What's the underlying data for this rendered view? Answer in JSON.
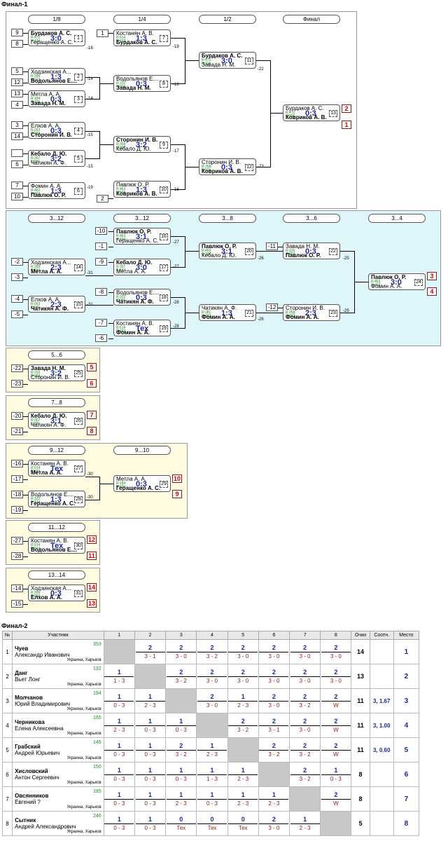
{
  "final1_title": "Финал-1",
  "final2_title": "Финал-2",
  "headers": {
    "r16": "1/8",
    "qf": "1/4",
    "sf": "1/2",
    "final": "Финал",
    "c3_12a": "3...12",
    "c3_12b": "3...12",
    "c3_8": "3...8",
    "c3_6": "3...6",
    "c3_4": "3...4",
    "c5_6": "5...6",
    "c7_8": "7...8",
    "c9_12": "9...12",
    "c9_10": "9...10",
    "c11_12": "11...12",
    "c13_14": "13...14"
  },
  "seeds": {
    "s9": "9",
    "s8": "8",
    "s5": "5",
    "s12": "12",
    "s13": "13",
    "s4": "4",
    "s3": "3",
    "s14": "14",
    "s6": "6",
    "s7": "7",
    "s10": "10",
    "s1": "1",
    "s2": "2",
    "m10": "-10",
    "m1": "-1",
    "m2": "-2",
    "m3": "-3",
    "m9": "-9",
    "m4": "-4",
    "m5": "-5",
    "m8": "-8",
    "m7": "-7",
    "m6": "-6",
    "m11": "-11",
    "m12": "-12",
    "m22": "-22",
    "m23": "-23",
    "m20": "-20",
    "m21": "-21",
    "m16": "-16",
    "m17": "-17",
    "m18": "-18",
    "m19": "-19",
    "m27": "-27",
    "m28": "-28",
    "m14": "-14",
    "m15": "-15"
  },
  "links": {
    "l16": "-16",
    "l19": "-19",
    "l14a": "-14",
    "l18": "-18",
    "l14b": "-14",
    "l22": "-22",
    "l15a": "-15",
    "l17": "-17",
    "l15b": "-15",
    "l23": "-23",
    "l19b": "-19",
    "l16b": "-16",
    "l27a": "-27",
    "l27b": "-27",
    "l31a": "-31",
    "l26a": "-26",
    "l25a": "-25",
    "l31b": "-31",
    "l28a": "-28",
    "l28b": "-28",
    "l26b": "-26",
    "l25b": "-25",
    "l30a": "-30",
    "l30b": "-30"
  },
  "matches": {
    "m1": {
      "p1": "Бурдаков А. С.",
      "r1": "R:472",
      "r2": "R:434",
      "score": "3:0",
      "p2": "Геращенко А. С.",
      "no": "1",
      "w": 1
    },
    "m2": {
      "p1": "Ходзинская А...",
      "r1": "R:399",
      "r2": "R:312",
      "score": "1:3",
      "p2": "Водольянов Е....",
      "no": "2",
      "w": 2
    },
    "m3": {
      "p1": "Метла А. А.",
      "r1": "R:184",
      "r2": "R:316",
      "score": "0:3",
      "p2": "Завада Н. М.",
      "no": "3",
      "w": 2
    },
    "m4": {
      "p1": "Елхов А. А.",
      "r1": "R:263",
      "r2": "R:358",
      "score": "0:3",
      "p2": "Сторонин И. В.",
      "no": "4",
      "w": 2
    },
    "m5": {
      "p1": "Кебало Д. Ю.",
      "r1": "R:307",
      "r2": "R:381",
      "score": "3:2",
      "p2": "Чатикян А. Ф.",
      "no": "5",
      "w": 1
    },
    "m6": {
      "p1": "Фомин А. А.",
      "r1": "R:462",
      "r2": "R:463",
      "score": "1:3",
      "p2": "Павлюк О. Р.",
      "no": "6",
      "w": 2
    },
    "m7": {
      "p1": "Костанян А. В.",
      "r1": "R:514",
      "r2": "R:472",
      "score": "1:3",
      "p2": "Бурдаков А. С.",
      "no": "7",
      "w": 2
    },
    "m8": {
      "p1": "Водольянов Е....",
      "r1": "R:312",
      "r2": "R:316",
      "score": "0:3",
      "p2": "Завада Н. М.",
      "no": "8",
      "w": 2
    },
    "m9": {
      "p1": "Сторонин И. В.",
      "r1": "R:358",
      "r2": "R:307",
      "score": "3:2",
      "p2": "Кебало Д. Ю.",
      "no": "9",
      "w": 1
    },
    "m10": {
      "p1": "Павлюк О. Р.",
      "r1": "R:463",
      "r2": "R:506",
      "score": "1:3",
      "p2": "Ковриков А. В.",
      "no": "10",
      "w": 2
    },
    "m11": {
      "p1": "Бурдаков А. С.",
      "r1": "R:472",
      "r2": "R:316",
      "score": "3:0",
      "p2": "Завада Н. М.",
      "no": "11",
      "w": 1
    },
    "m12": {
      "p1": "Сторонин И. В.",
      "r1": "R:358",
      "r2": "R:506",
      "score": "0:3",
      "p2": "Ковриков А. В.",
      "no": "12",
      "w": 2
    },
    "m13": {
      "p1": "Бурдаков А. С.",
      "r1": "R:472",
      "r2": "R:506",
      "score": "0:3",
      "p2": "Ковриков А. В.",
      "no": "13",
      "w": 2
    },
    "m14": {
      "p1": "Ходзинская А...",
      "r1": "R:399",
      "r2": "R:184",
      "score": "2:3",
      "p2": "Метла А. А.",
      "no": "14",
      "w": 2
    },
    "m15": {
      "p1": "Елхов А. А.",
      "r1": "R:263",
      "r2": "R:381",
      "score": "2:3",
      "p2": "Чатикян А. Ф.",
      "no": "15",
      "w": 2
    },
    "m16": {
      "p1": "Павлюк О. Р.",
      "r1": "R:463",
      "r2": "R:434",
      "score": "3:1",
      "p2": "Геращенко А. С.",
      "no": "16",
      "w": 1
    },
    "m17": {
      "p1": "Кебало Д. Ю.",
      "r1": "R:307",
      "r2": "R:184",
      "score": "3:0",
      "p2": "Метла А. А.",
      "no": "17",
      "w": 1
    },
    "m18": {
      "p1": "Водольянов Е....",
      "r1": "R:312",
      "r2": "R:381",
      "score": "0:3",
      "p2": "Чатикян А. Ф.",
      "no": "18",
      "w": 2
    },
    "m19": {
      "p1": "Костанян А. В.",
      "r1": "R:514",
      "r2": "R:462",
      "score": "Тех",
      "p2": "Фомин А. А.",
      "no": "19",
      "w": 2
    },
    "m20": {
      "p1": "Павлюк О. Р.",
      "r1": "R:463",
      "r2": "R:307",
      "score": "3:1",
      "p2": "Кебало Д. Ю.",
      "no": "20",
      "w": 1
    },
    "m21": {
      "p1": "Чатикян А. Ф.",
      "r1": "R:381",
      "r2": "R:462",
      "score": "1:3",
      "p2": "Фомин А. А.",
      "no": "21",
      "w": 2
    },
    "m22": {
      "p1": "Завада Н. М.",
      "r1": "R:316",
      "r2": "R:463",
      "score": "0:3",
      "p2": "Павлюк О. Р.",
      "no": "22",
      "w": 2
    },
    "m23": {
      "p1": "Сторонин И. В.",
      "r1": "R:358",
      "r2": "R:462",
      "score": "2:3",
      "p2": "Фомин А. А.",
      "no": "23",
      "w": 2
    },
    "m24": {
      "p1": "Павлюк О. Р.",
      "r1": "R:463",
      "r2": "R:462",
      "score": "3:0",
      "p2": "Фомин А. А.",
      "no": "24",
      "w": 1
    },
    "m25": {
      "p1": "Завада Н. М.",
      "r1": "R:316",
      "r2": "R:358",
      "score": "3:2",
      "p2": "Сторонин И. В.",
      "no": "25",
      "w": 1
    },
    "m26": {
      "p1": "Кебало Д. Ю.",
      "r1": "R:307",
      "r2": "R:381",
      "score": "3:1",
      "p2": "Чатикян А. Ф.",
      "no": "26",
      "w": 1
    },
    "m27": {
      "p1": "Костанян А. В.",
      "r1": "R:514",
      "r2": "R:184",
      "score": "Тех",
      "p2": "Метла А. А.",
      "no": "27",
      "w": 2
    },
    "m28": {
      "p1": "Водольянов Е....",
      "r1": "R:312",
      "r2": "R:434",
      "score": "1:3",
      "p2": "Геращенко А. С.",
      "no": "28",
      "w": 2
    },
    "m29": {
      "p1": "Метла А. А.",
      "r1": "R:184",
      "r2": "R:434",
      "score": "0:3",
      "p2": "Геращенко А. С.",
      "no": "29",
      "w": 2
    },
    "m30": {
      "p1": "Костанян А. В.",
      "r1": "R:514",
      "r2": "R:312",
      "score": "Тех",
      "p2": "Водольянов Е....",
      "no": "30",
      "w": 2
    },
    "m31": {
      "p1": "Ходзинская А...",
      "r1": "R:399",
      "r2": "R:263",
      "score": "0:3",
      "p2": "Елхов А. А.",
      "no": "31",
      "w": 2
    }
  },
  "places": {
    "p2": "2",
    "p1": "1",
    "p3": "3",
    "p4": "4",
    "p5": "5",
    "p6": "6",
    "p7": "7",
    "p8": "8",
    "p10": "10",
    "p9": "9",
    "p12": "12",
    "p11": "11",
    "p14": "14",
    "p13": "13"
  },
  "rr": {
    "headers": [
      "№",
      "Участник",
      "1",
      "2",
      "3",
      "4",
      "5",
      "6",
      "7",
      "8",
      "Очки",
      "Соотн.",
      "Место"
    ],
    "rows": [
      {
        "n": "1",
        "name": "Чуев",
        "full": "Александр Иванович",
        "rating": "353",
        "city": "Украина, Харьков",
        "cells": [
          null,
          [
            "2",
            "3 - 1"
          ],
          [
            "2",
            "3 - 0"
          ],
          [
            "2",
            "3 - 2"
          ],
          [
            "2",
            "3 - 0"
          ],
          [
            "2",
            "3 - 0"
          ],
          [
            "2",
            "3 - 0"
          ],
          [
            "2",
            "3 - 0"
          ]
        ],
        "pts": "14",
        "ratio": "",
        "place": "1"
      },
      {
        "n": "2",
        "name": "Данг",
        "full": "Вьет Лонг",
        "rating": "132",
        "city": "Украина, Харьков",
        "cells": [
          [
            "1",
            "1 - 3"
          ],
          null,
          [
            "2",
            "3 - 2"
          ],
          [
            "2",
            "3 - 0"
          ],
          [
            "2",
            "3 - 0"
          ],
          [
            "2",
            "3 - 0"
          ],
          [
            "2",
            "3 - 0"
          ],
          [
            "2",
            "3 - 0"
          ]
        ],
        "pts": "13",
        "ratio": "",
        "place": "2"
      },
      {
        "n": "3",
        "name": "Молчанов",
        "full": "Юрий Владимирович",
        "rating": "194",
        "city": "Украина, Харьков",
        "cells": [
          [
            "1",
            "0 - 3"
          ],
          [
            "1",
            "2 - 3"
          ],
          null,
          [
            "2",
            "3 - 0"
          ],
          [
            "1",
            "2 - 3"
          ],
          [
            "2",
            "3 - 0"
          ],
          [
            "2",
            "3 - 2"
          ],
          [
            "2",
            "W"
          ]
        ],
        "pts": "11",
        "ratio": "3, 1.67",
        "place": "3"
      },
      {
        "n": "4",
        "name": "Черникова",
        "full": "Елена Алексеевна",
        "rating": "165",
        "city": "Украина, Харьков",
        "cells": [
          [
            "1",
            "2 - 3"
          ],
          [
            "1",
            "0 - 3"
          ],
          [
            "1",
            "0 - 3"
          ],
          null,
          [
            "2",
            "3 - 2"
          ],
          [
            "2",
            "3 - 1"
          ],
          [
            "2",
            "3 - 0"
          ],
          [
            "2",
            "W"
          ]
        ],
        "pts": "11",
        "ratio": "3, 1.00",
        "place": "4"
      },
      {
        "n": "5",
        "name": "Грабский",
        "full": "Андрей Юрьевич",
        "rating": "145",
        "city": "Украина, Харьков",
        "cells": [
          [
            "1",
            "0 - 3"
          ],
          [
            "1",
            "0 - 3"
          ],
          [
            "2",
            "3 - 2"
          ],
          [
            "1",
            "2 - 3"
          ],
          null,
          [
            "2",
            "3 - 2"
          ],
          [
            "2",
            "3 - 2"
          ],
          [
            "2",
            "W"
          ]
        ],
        "pts": "11",
        "ratio": "3, 0.60",
        "place": "5"
      },
      {
        "n": "6",
        "name": "Хисловский",
        "full": "Антон Сергеевич",
        "rating": "150",
        "city": "Украина, Харьков",
        "cells": [
          [
            "1",
            "0 - 3"
          ],
          [
            "1",
            "0 - 3"
          ],
          [
            "1",
            "0 - 3"
          ],
          [
            "1",
            "1 - 3"
          ],
          [
            "1",
            "2 - 3"
          ],
          null,
          [
            "2",
            "3 - 2"
          ],
          [
            "1",
            "0 - 3"
          ]
        ],
        "pts": "8",
        "ratio": "",
        "place": "6"
      },
      {
        "n": "7",
        "name": "Овсянников",
        "full": "Евгений ?",
        "rating": "185",
        "city": "Украина, Харьков",
        "cells": [
          [
            "1",
            "0 - 3"
          ],
          [
            "1",
            "0 - 3"
          ],
          [
            "1",
            "2 - 3"
          ],
          [
            "1",
            "0 - 3"
          ],
          [
            "1",
            "2 - 3"
          ],
          [
            "1",
            "2 - 3"
          ],
          null,
          [
            "2",
            "W"
          ]
        ],
        "pts": "8",
        "ratio": "",
        "place": "7"
      },
      {
        "n": "8",
        "name": "Сытник",
        "full": "Андрей Александрович",
        "rating": "246",
        "city": "Украина, Харьков",
        "cells": [
          [
            "1",
            "0 - 3"
          ],
          [
            "1",
            "0 - 3"
          ],
          [
            "0",
            "Тех"
          ],
          [
            "0",
            "Тех"
          ],
          [
            "0",
            "Тех"
          ],
          [
            "2",
            "3 - 0"
          ],
          [
            "1",
            "2 - 3"
          ],
          null
        ],
        "pts": "5",
        "ratio": "",
        "place": "8"
      }
    ]
  }
}
